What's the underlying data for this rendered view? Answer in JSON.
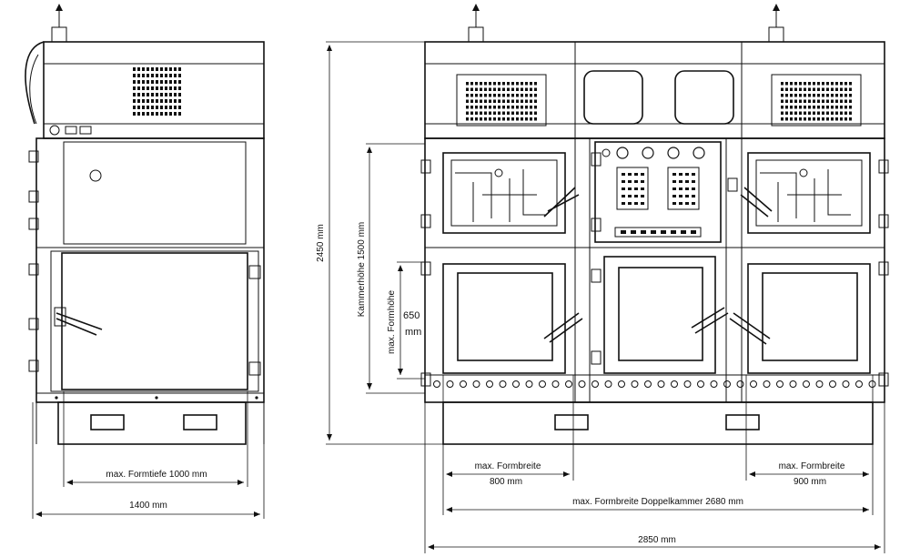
{
  "labels": {
    "side_depth": "max. Formtiefe 1000 mm",
    "side_width": "1400 mm",
    "height_total": "2450 mm",
    "chamber_height": "Kammerhöhe 1500 mm",
    "form_height_label": "max. Formhöhe",
    "form_height_val_1": "650",
    "form_height_val_2": "mm",
    "left_formbreite": "max. Formbreite",
    "left_formbreite_val": "800 mm",
    "right_formbreite": "max. Formbreite",
    "right_formbreite_val": "900 mm",
    "double_chamber": "max. Formbreite Doppelkammer 2680 mm",
    "total_width": "2850 mm"
  },
  "colors": {
    "line": "#111111",
    "background": "#ffffff"
  }
}
